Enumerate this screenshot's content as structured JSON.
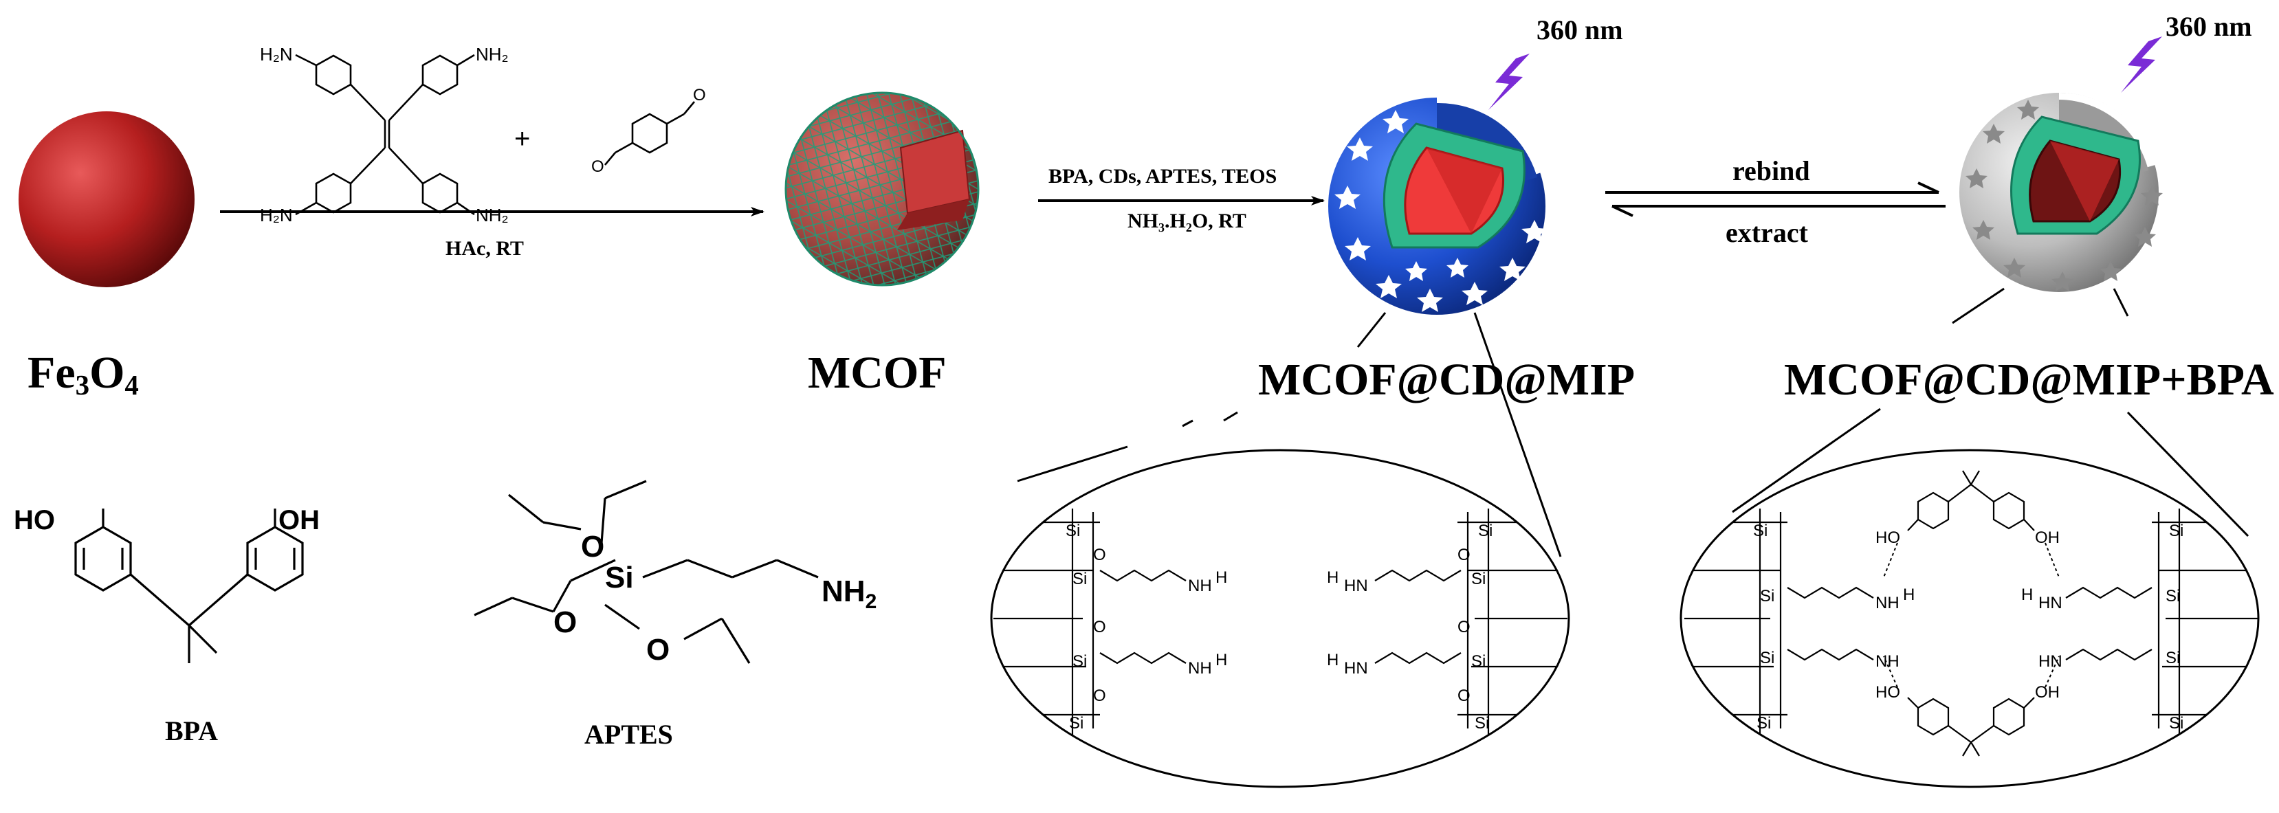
{
  "labels": {
    "fe3o4": {
      "main": "Fe",
      "sub1": "3",
      "mid": "O",
      "sub2": "4"
    },
    "mcof": "MCOF",
    "mcof_cd_mip": "MCOF@CD@MIP",
    "mcof_cd_mip_bpa": "MCOF@CD@MIP+BPA",
    "bpa": "BPA",
    "aptes": "APTES",
    "uv1": "360 nm",
    "uv2": "360 nm"
  },
  "conditions": {
    "step1_below": "HAc,  RT",
    "step2_above": "BPA, CDs, APTES, TEOS",
    "step2_below": "NH₃.H₂O,  RT",
    "rebind": "rebind",
    "extract": "extract",
    "plus": "+"
  },
  "chem": {
    "h2n": "H₂N",
    "nh2": "NH₂",
    "ho": "HO",
    "oh": "OH",
    "si": "Si",
    "o": "O",
    "nh_h": "NH",
    "h": "H",
    "hn": "HN",
    "nh2_big": "NH",
    "nh2_sub": "2"
  },
  "colors": {
    "fe3o4_core": "#b51f1f",
    "mip_shell": "#1e4fcf",
    "cd_layer": "#2fb88c",
    "uv_bolt": "#7a2bd6",
    "grey_shell": "#bdbdbd"
  },
  "icons": [
    "lightning-bolt-icon",
    "arrow-right-icon",
    "equilibrium-arrow-icon"
  ]
}
